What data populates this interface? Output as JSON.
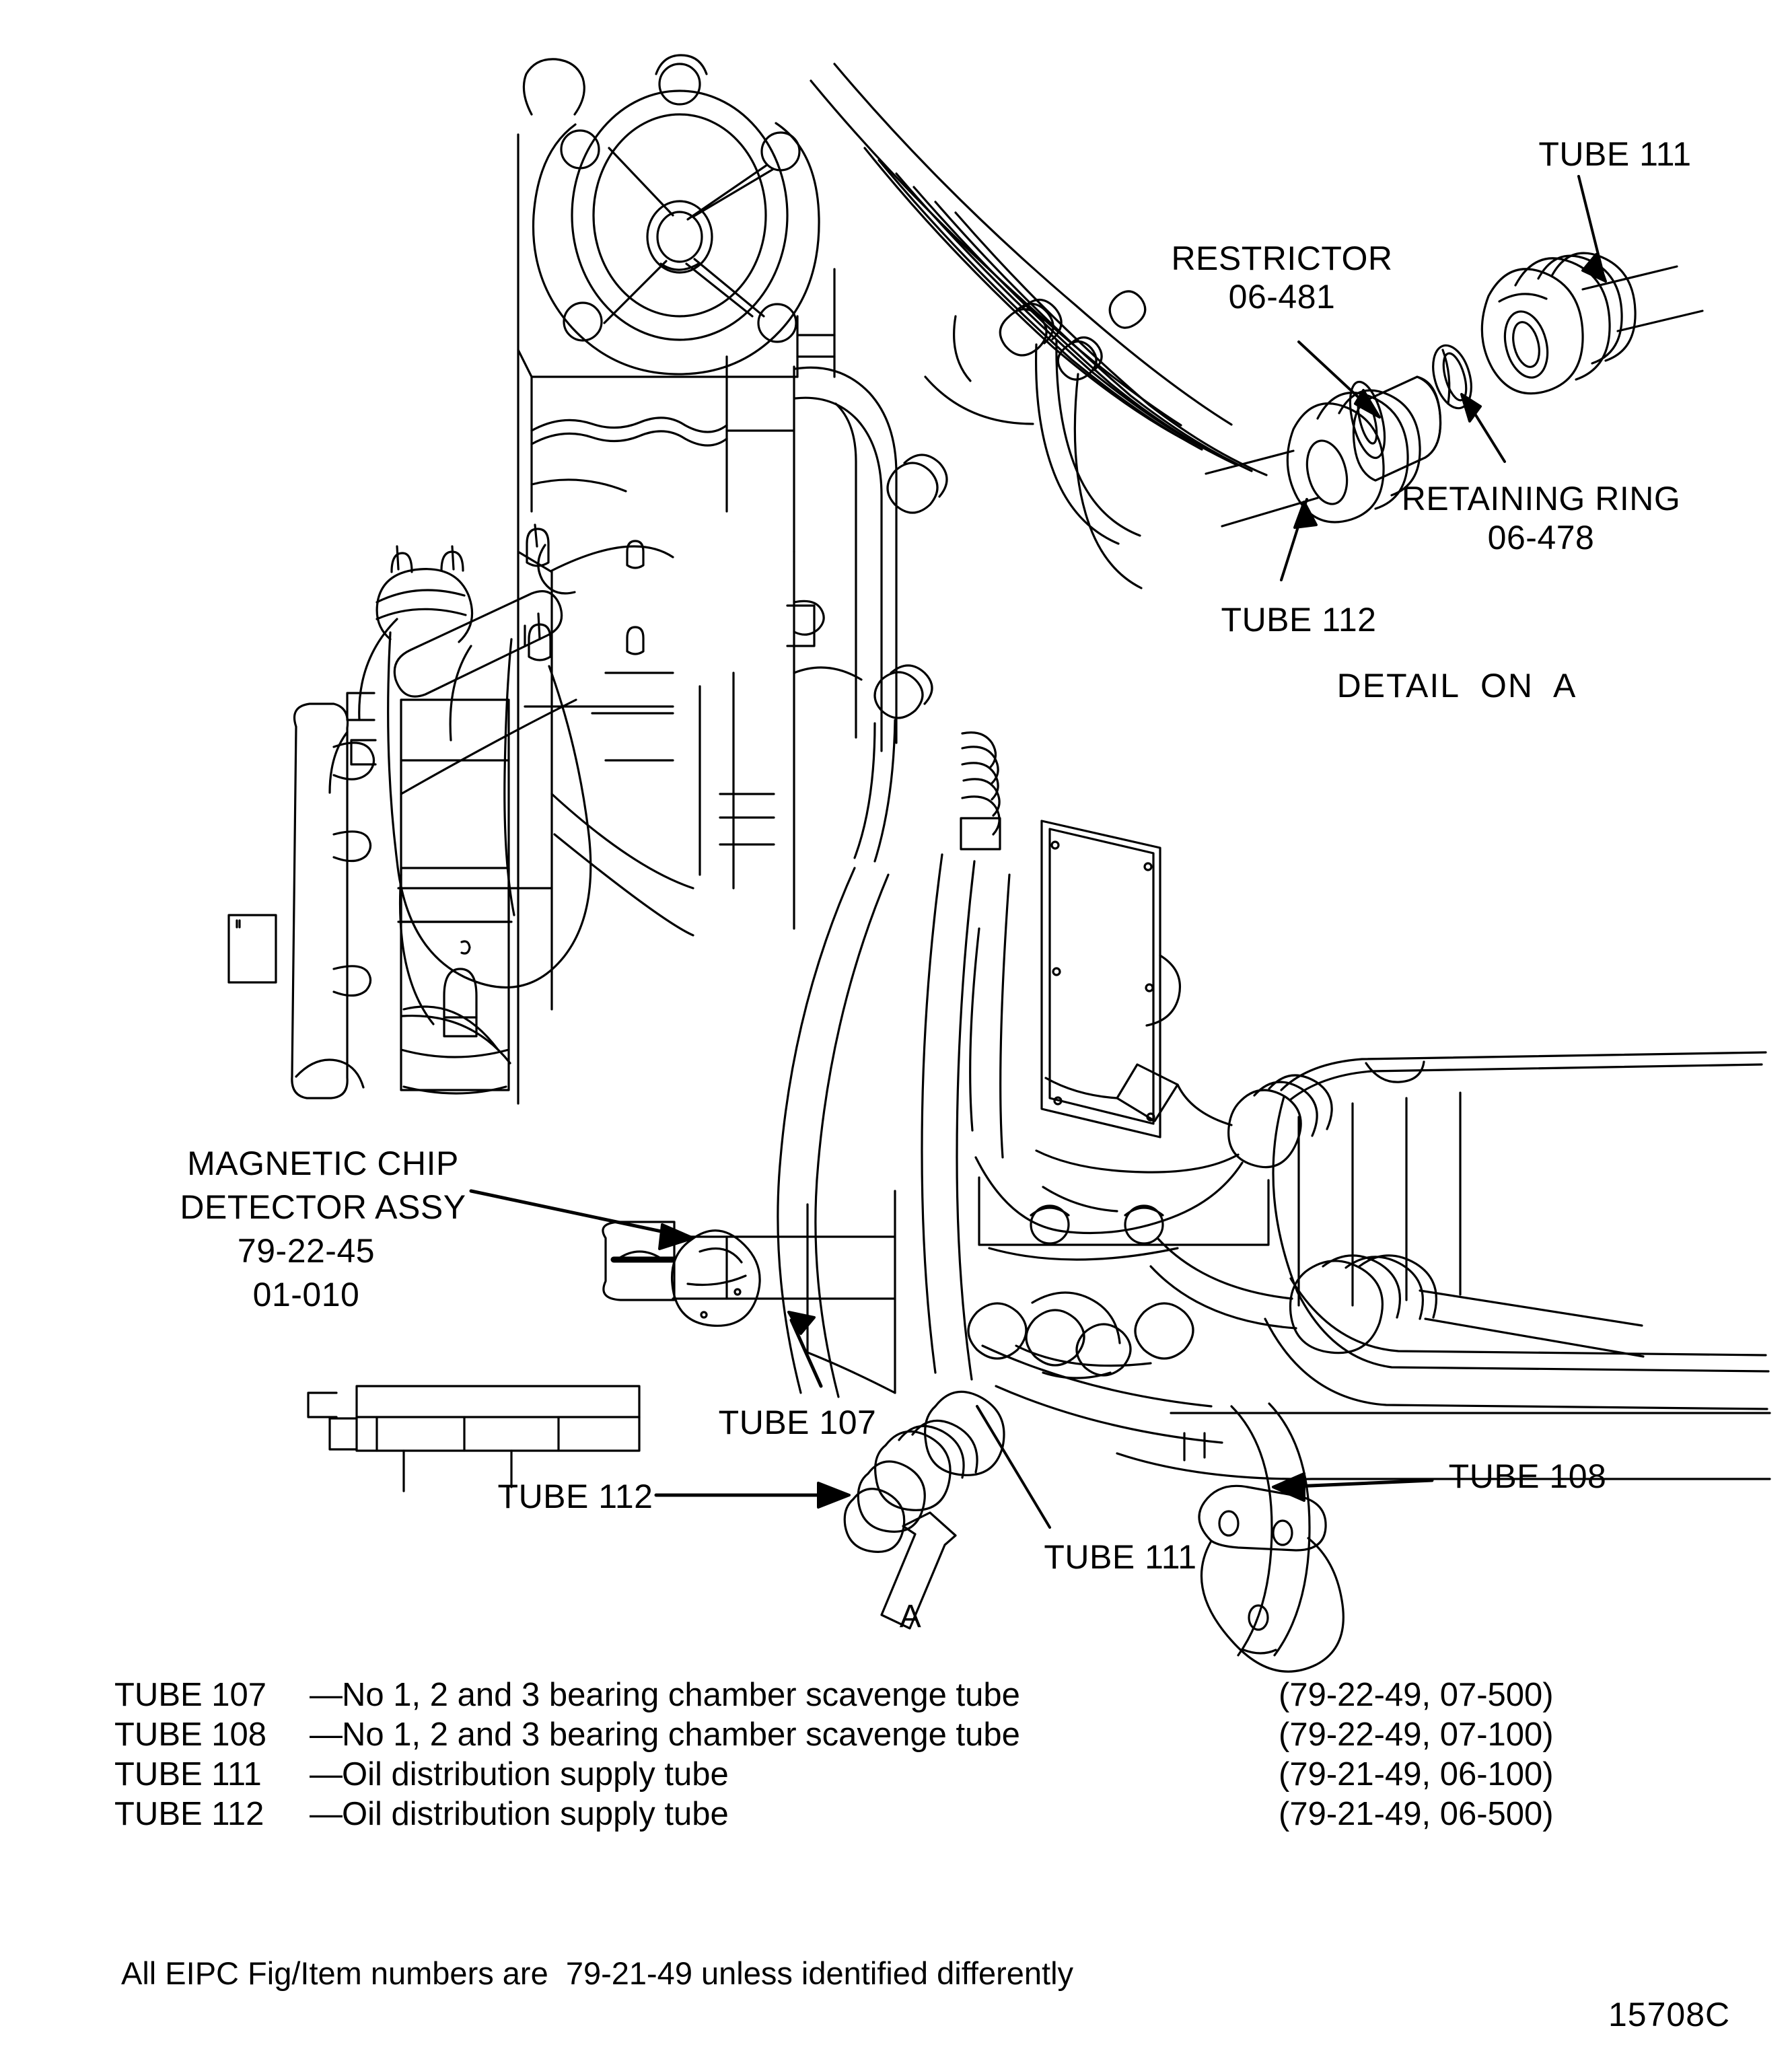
{
  "figure": {
    "drawing_number": "15708C",
    "footnote": "All EIPC Fig/Item numbers are  79-21-49 unless identified differently",
    "section_marker": "A"
  },
  "detail_view": {
    "title": "DETAIL  ON  A",
    "callouts": [
      {
        "id": "tube-111",
        "label": "TUBE 111"
      },
      {
        "id": "restrictor",
        "label": "RESTRICTOR",
        "part_number": "06-481"
      },
      {
        "id": "retaining-ring",
        "label": "RETAINING RING",
        "part_number": "06-478"
      },
      {
        "id": "tube-112",
        "label": "TUBE 112"
      }
    ]
  },
  "main_view": {
    "callouts": [
      {
        "id": "magnetic-chip-detector",
        "line1": "MAGNETIC CHIP",
        "line2": "DETECTOR ASSY",
        "line3": "79-22-45",
        "line4": "01-010"
      },
      {
        "id": "tube-107",
        "label": "TUBE 107"
      },
      {
        "id": "tube-112",
        "label": "TUBE 112"
      },
      {
        "id": "tube-111",
        "label": "TUBE 111"
      },
      {
        "id": "tube-108",
        "label": "TUBE 108"
      }
    ]
  },
  "legend": {
    "rows": [
      {
        "name": "TUBE 107",
        "dash": "—",
        "description": "No 1, 2 and 3 bearing chamber scavenge tube",
        "reference": "(79-22-49, 07-500)"
      },
      {
        "name": "TUBE 108",
        "dash": "—",
        "description": "No 1, 2 and 3 bearing chamber scavenge tube",
        "reference": "(79-22-49, 07-100)"
      },
      {
        "name": "TUBE 111",
        "dash": "—",
        "description": "Oil distribution supply tube",
        "reference": "(79-21-49, 06-100)"
      },
      {
        "name": "TUBE 112",
        "dash": "—",
        "description": "Oil distribution supply tube",
        "reference": "(79-21-49, 06-500)"
      }
    ]
  },
  "colors": {
    "ink": "#000000",
    "paper": "#ffffff"
  }
}
